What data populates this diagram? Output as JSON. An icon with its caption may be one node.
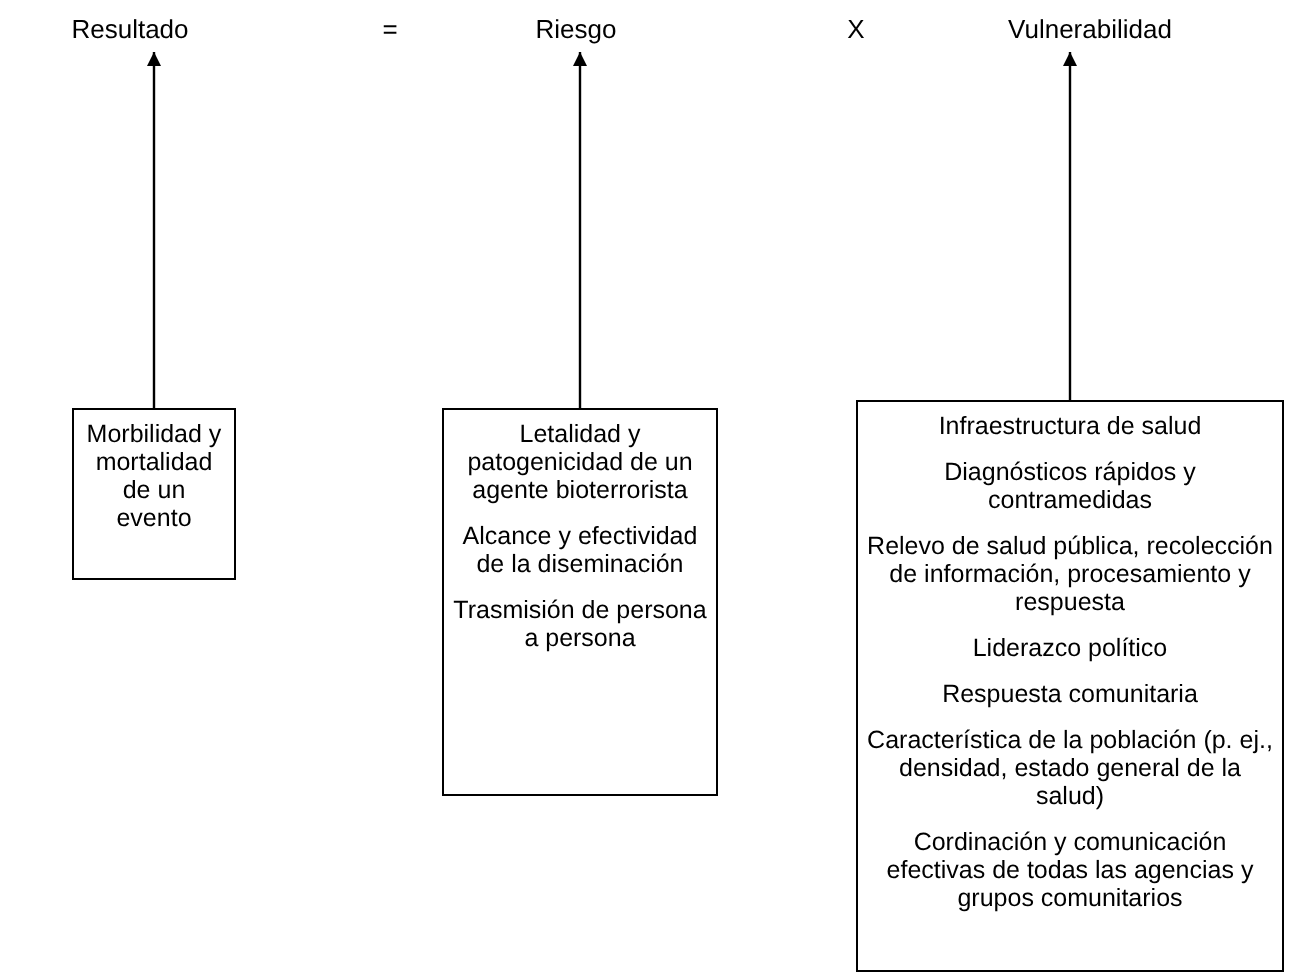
{
  "diagram": {
    "nodes": [
      {
        "text": [
          "Resultado"
        ]
      },
      {
        "text": [
          "Riesgo"
        ]
      },
      {
        "text": [
          "Vulnerabilidad"
        ]
      },
      {
        "text": [
          "Morbilidad y mortalidad de un evento"
        ]
      },
      {
        "text": [
          "Letalidad y patogenicidad de un agente bioterrorista",
          "Alcance y efectividad de la diseminación",
          "Trasmisión de persona a persona"
        ]
      },
      {
        "text": [
          "Infraestructura de salud",
          "Diagnósticos rápidos y contramedidas",
          "Relevo de salud pública, recolección de información, procesamiento y respuesta",
          "Liderazco político",
          "Respuesta comunitaria",
          "Característica de la población (p. ej., densidad, estado general de la salud)",
          "Cordinación y comunicación efectivas de todas las agencias y grupos comunitarios"
        ]
      }
    ],
    "edges": [
      {
        "from": 3,
        "to": 0,
        "arrow": "to"
      },
      {
        "from": 4,
        "to": 1,
        "arrow": "to"
      },
      {
        "from": 5,
        "to": 2,
        "arrow": "to"
      }
    ],
    "labels": [
      "=",
      "X"
    ]
  }
}
